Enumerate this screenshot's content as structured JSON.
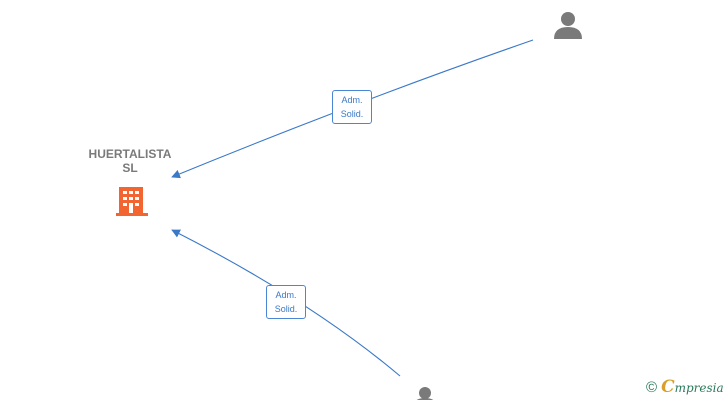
{
  "company": {
    "name_line1": "HUERTALISTA",
    "name_line2": "SL",
    "icon": "building-icon",
    "color": "#f26530"
  },
  "edges": [
    {
      "label_line1": "Adm.",
      "label_line2": "Solid.",
      "from": "person-top",
      "to": "company"
    },
    {
      "label_line1": "Adm.",
      "label_line2": "Solid.",
      "from": "person-bottom",
      "to": "company"
    }
  ],
  "persons": [
    {
      "id": "person-top",
      "icon": "person-icon"
    },
    {
      "id": "person-bottom",
      "icon": "person-icon"
    }
  ],
  "colors": {
    "edge": "#3a78c8",
    "person": "#7a7a7a"
  },
  "footer": {
    "copyright_symbol": "©",
    "brand_first": "C",
    "brand_rest": "mpresia"
  }
}
